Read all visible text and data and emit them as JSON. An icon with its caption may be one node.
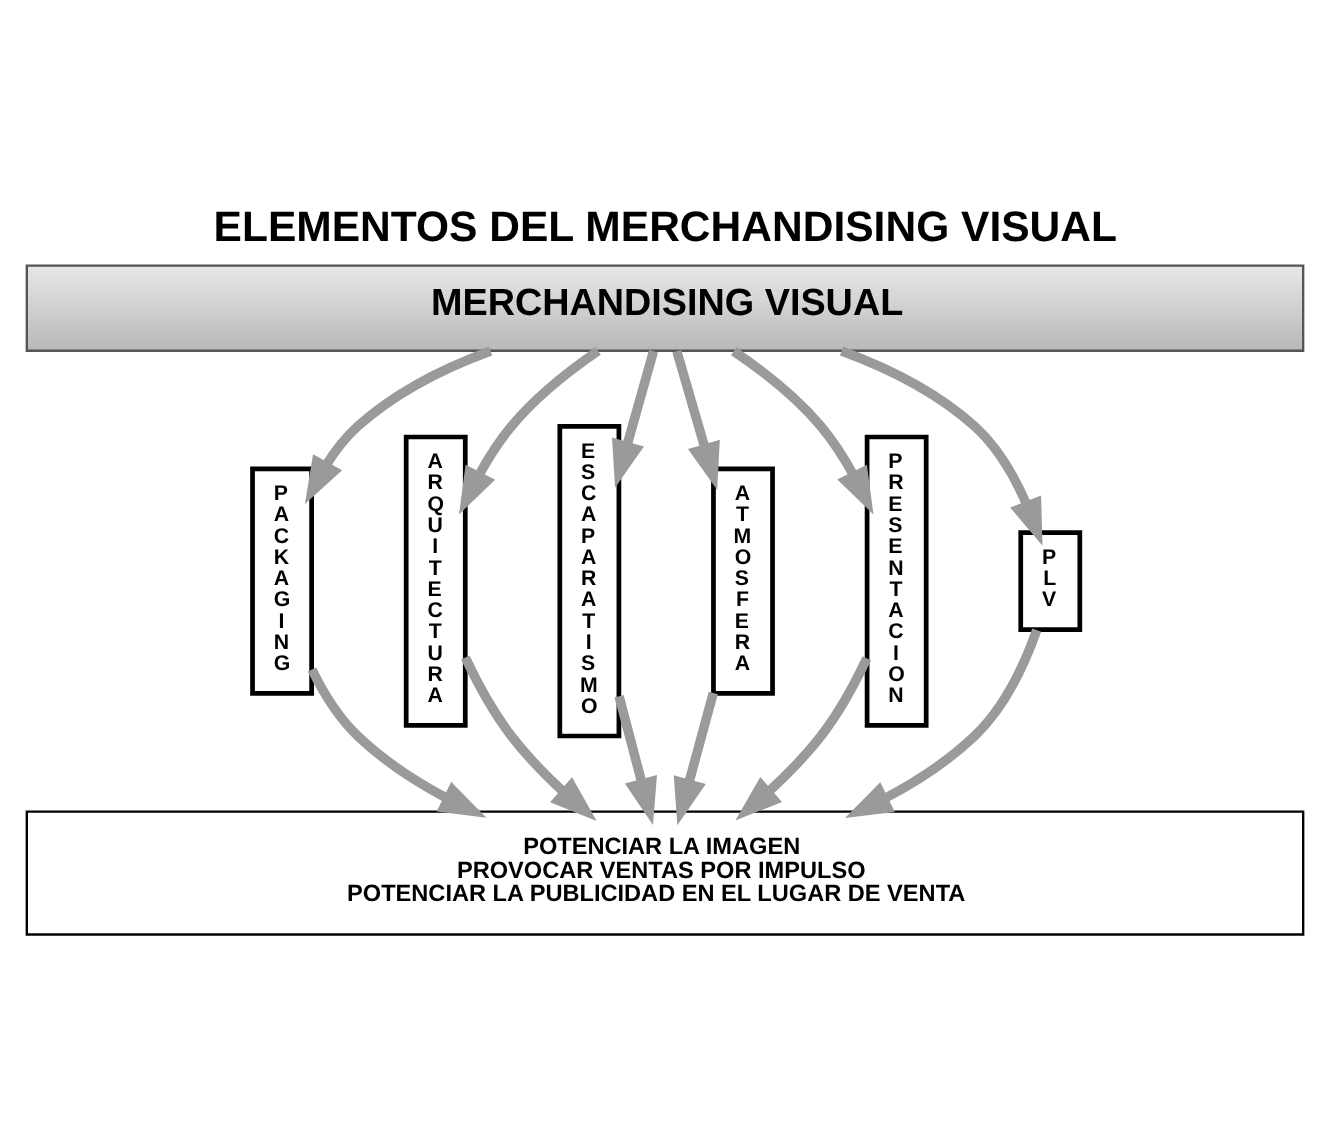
{
  "diagram": {
    "title": "ELEMENTOS DEL MERCHANDISING VISUAL",
    "nodes": [
      {
        "text": [
          "MERCHANDISING VISUAL"
        ]
      },
      {
        "text": [
          "PACKAGING"
        ]
      },
      {
        "text": [
          "ARQUITECTURA"
        ]
      },
      {
        "text": [
          "ESCAPARATISMO"
        ]
      },
      {
        "text": [
          "ATMOSFERA"
        ]
      },
      {
        "text": [
          "PRESENTACION"
        ]
      },
      {
        "text": [
          "PLV"
        ]
      },
      {
        "text": [
          "POTENCIAR LA IMAGEN",
          "PROVOCAR VENTAS POR IMPULSO",
          "POTENCIAR LA PUBLICIDAD EN EL LUGAR DE VENTA"
        ]
      }
    ],
    "edges": [
      {
        "from": 0,
        "to": 1,
        "arrow": "to"
      },
      {
        "from": 0,
        "to": 2,
        "arrow": "to"
      },
      {
        "from": 0,
        "to": 3,
        "arrow": "to"
      },
      {
        "from": 0,
        "to": 4,
        "arrow": "to"
      },
      {
        "from": 0,
        "to": 5,
        "arrow": "to"
      },
      {
        "from": 0,
        "to": 6,
        "arrow": "to"
      },
      {
        "from": 1,
        "to": 7,
        "arrow": "to"
      },
      {
        "from": 2,
        "to": 7,
        "arrow": "to"
      },
      {
        "from": 3,
        "to": 7,
        "arrow": "to"
      },
      {
        "from": 4,
        "to": 7,
        "arrow": "to"
      },
      {
        "from": 5,
        "to": 7,
        "arrow": "to"
      },
      {
        "from": 6,
        "to": 7,
        "arrow": "to"
      }
    ]
  }
}
